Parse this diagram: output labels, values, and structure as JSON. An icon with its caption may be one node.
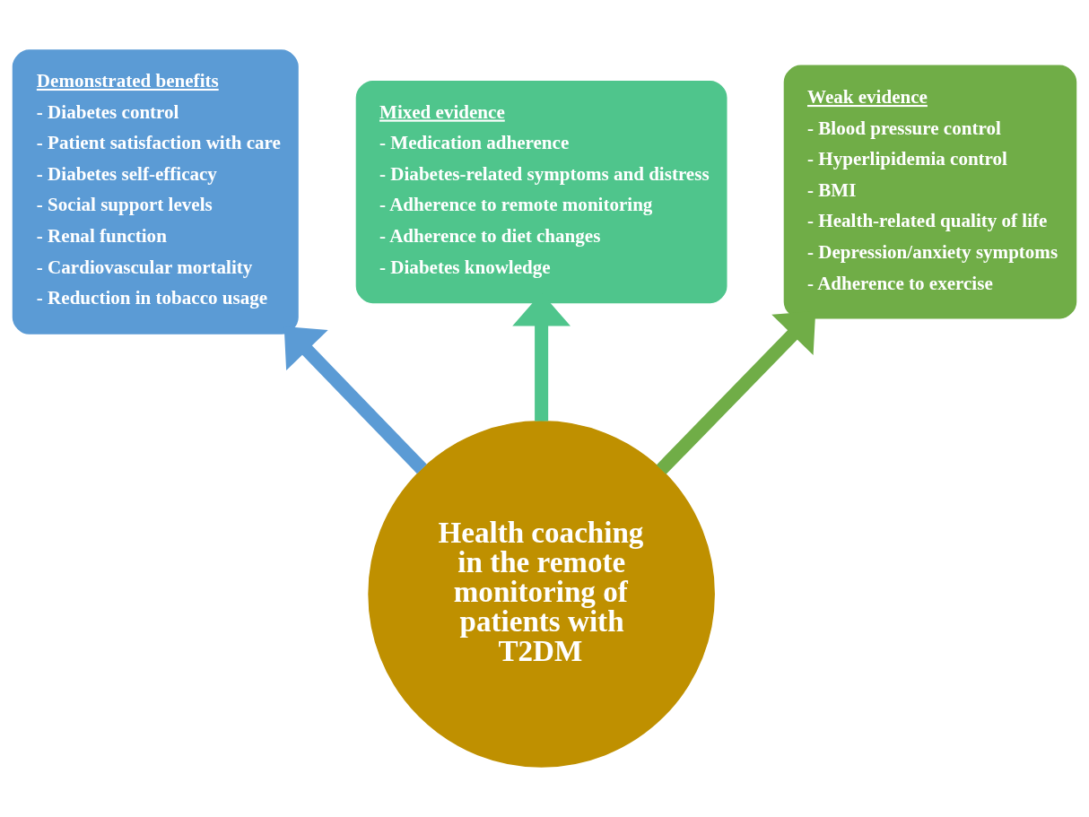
{
  "diagram": {
    "nodes": [
      {
        "text": [
          "Health coaching in the remote monitoring of patients with T2DM"
        ]
      },
      {
        "text": [
          "Demonstrated benefits",
          "- Diabetes control",
          "- Patient satisfaction with care",
          "- Diabetes self-efficacy",
          "- Social support levels",
          "- Renal function",
          "- Cardiovascular mortality",
          "- Reduction in tobacco usage"
        ]
      },
      {
        "text": [
          "Mixed evidence",
          "- Medication adherence",
          "- Diabetes-related symptoms and distress",
          "- Adherence to remote monitoring",
          "- Adherence to diet changes",
          "- Diabetes knowledge"
        ]
      },
      {
        "text": [
          "Weak evidence",
          "- Blood pressure control",
          "- Hyperlipidemia control",
          "- BMI",
          "- Health-related quality of life",
          "- Depression/anxiety symptoms",
          "- Adherence to exercise"
        ]
      }
    ],
    "edges": [
      {
        "from": 0,
        "to": 1,
        "arrow": "to",
        "color": "#5b9bd5"
      },
      {
        "from": 0,
        "to": 2,
        "arrow": "to",
        "color": "#4fc58c"
      },
      {
        "from": 0,
        "to": 3,
        "arrow": "to",
        "color": "#70ad47"
      }
    ]
  }
}
